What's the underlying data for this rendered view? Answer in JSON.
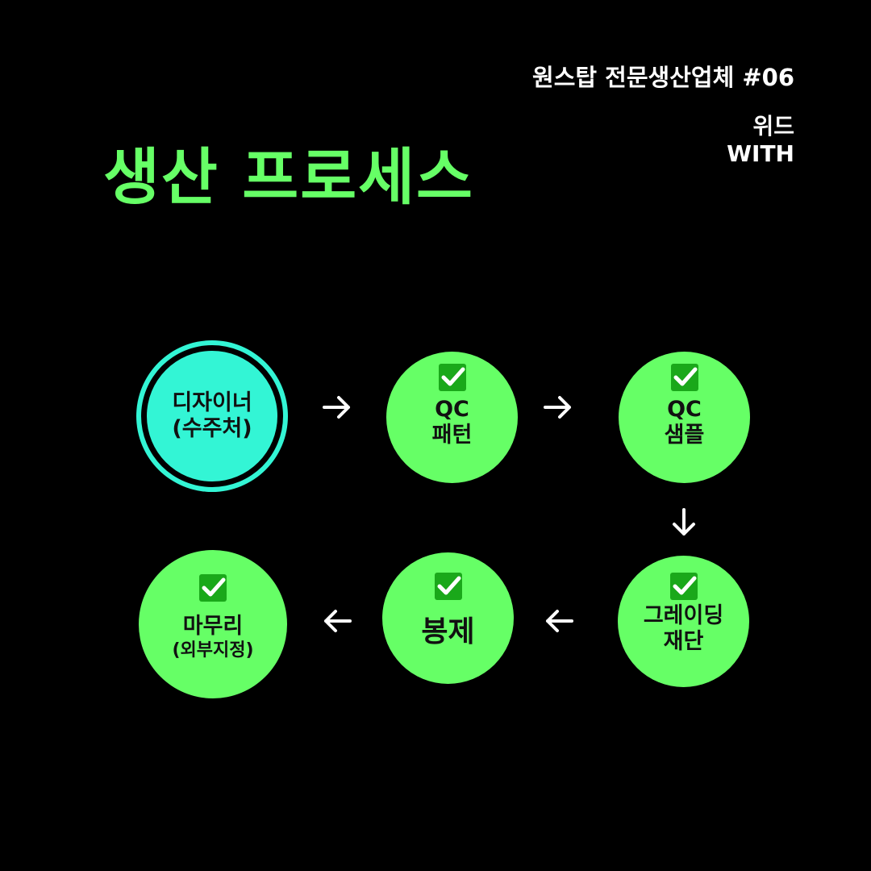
{
  "header": {
    "series": "원스탑 전문생산업체 #06",
    "brand_ko": "위드",
    "brand_en": "WITH"
  },
  "title": "생산 프로세스",
  "steps": [
    {
      "line1": "디자이너",
      "line2": "(수주처)",
      "checked": false
    },
    {
      "line1": "QC",
      "line2": "패턴",
      "checked": true
    },
    {
      "line1": "QC",
      "line2": "샘플",
      "checked": true
    },
    {
      "line1": "그레이딩",
      "line2": "재단",
      "checked": true
    },
    {
      "line1": "봉제",
      "checked": true
    },
    {
      "line1": "마무리",
      "line2": "(외부지정)",
      "checked": true
    }
  ],
  "colors": {
    "background": "#000000",
    "accent_green": "#66ff66",
    "start_cyan": "#33f5d5",
    "check_dark": "#1aa81a"
  },
  "icons": [
    "check-icon",
    "arrow-right-icon",
    "arrow-down-icon",
    "arrow-left-icon"
  ]
}
